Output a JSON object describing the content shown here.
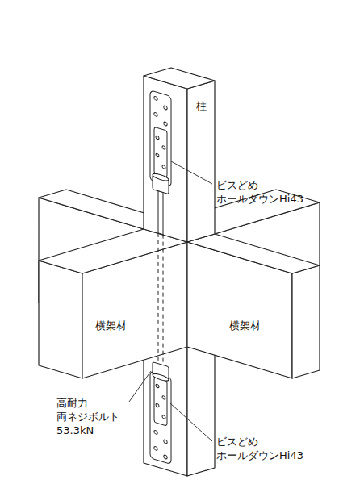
{
  "diagram": {
    "labels": [
      "柱",
      "ビスどめ ホールダウンHi43",
      "横架材",
      "横架材",
      "高耐力 両ネジボルト 53.3kN",
      "ビスどめ ホールダウンHi43"
    ]
  }
}
